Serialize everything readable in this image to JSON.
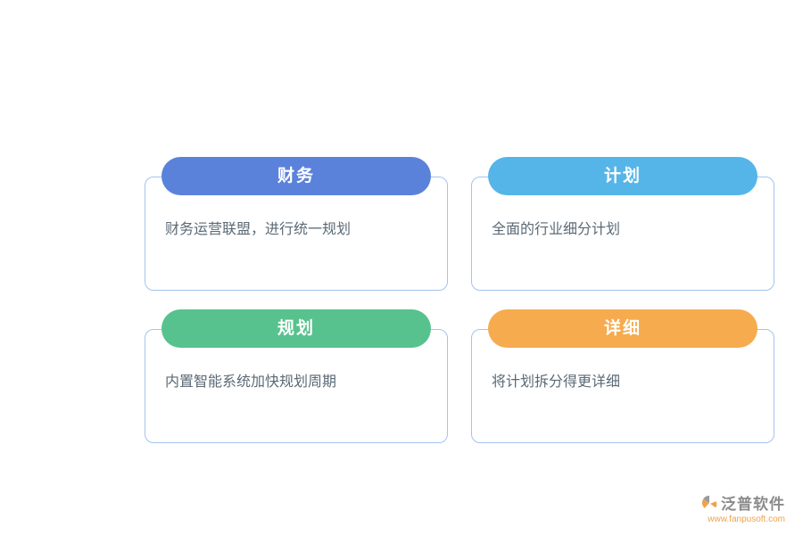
{
  "cards": [
    {
      "title": "财务",
      "description": "财务运营联盟，进行统一规划",
      "color": "#5b82db"
    },
    {
      "title": "计划",
      "description": "全面的行业细分计划",
      "color": "#56b5e8"
    },
    {
      "title": "规划",
      "description": "内置智能系统加快规划周期",
      "color": "#57c28d"
    },
    {
      "title": "详细",
      "description": "将计划拆分得更详细",
      "color": "#f6ab4f"
    }
  ],
  "branding": {
    "name": "泛普软件",
    "url": "www.fanpusoft.com"
  },
  "colors": {
    "card_border": "#a4c3ef",
    "body_text": "#5b6a76",
    "brand_text": "#8b8b8b",
    "brand_url": "#f0a24a"
  }
}
